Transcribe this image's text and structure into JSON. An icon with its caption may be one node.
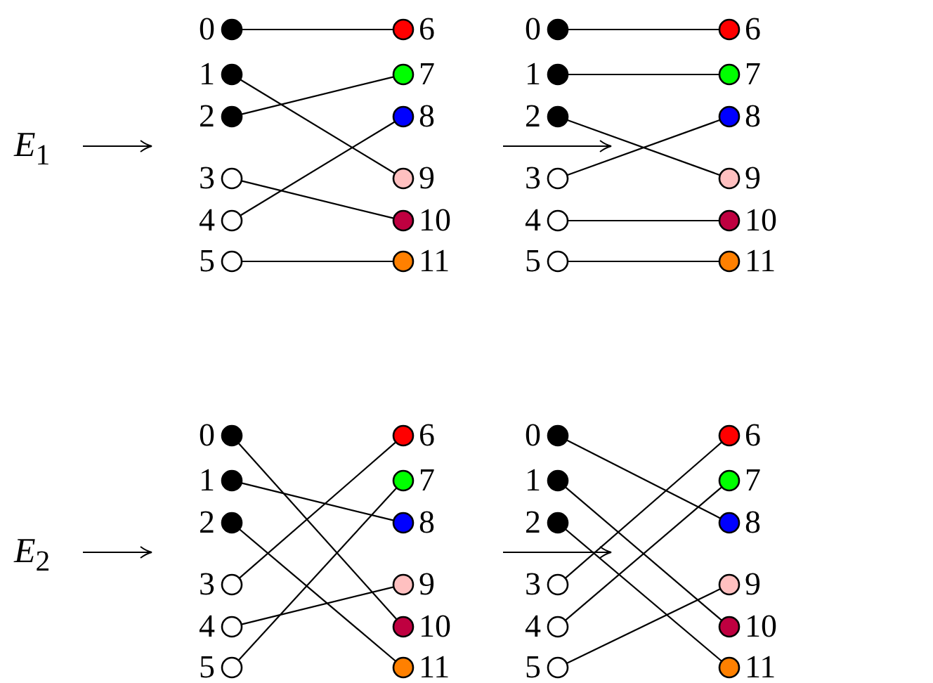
{
  "diagram": {
    "nodes": [
      {
        "text": [
          "*E*$_{1}$"
        ]
      },
      {
        "text": [
          "*E*$_{2}$"
        ]
      },
      {
        "text": [],
        "shape": "circle",
        "beside": [
          "0"
        ]
      },
      {
        "text": [],
        "shape": "circle",
        "beside": [
          "1"
        ]
      },
      {
        "text": [],
        "shape": "circle",
        "beside": [
          "2"
        ]
      },
      {
        "text": [],
        "shape": "circle",
        "beside": [
          "3"
        ]
      },
      {
        "text": [],
        "shape": "circle",
        "beside": [
          "4"
        ]
      },
      {
        "text": [],
        "shape": "circle",
        "beside": [
          "5"
        ]
      },
      {
        "text": [],
        "shape": "circle",
        "beside": [
          "6"
        ]
      },
      {
        "text": [],
        "shape": "circle",
        "beside": [
          "7"
        ]
      },
      {
        "text": [],
        "shape": "circle",
        "beside": [
          "8"
        ]
      },
      {
        "text": [],
        "shape": "circle",
        "beside": [
          "9"
        ]
      },
      {
        "text": [],
        "shape": "circle",
        "beside": [
          "10"
        ]
      },
      {
        "text": [],
        "shape": "circle",
        "beside": [
          "11"
        ]
      },
      {
        "text": [],
        "shape": "circle",
        "beside": [
          "0"
        ]
      },
      {
        "text": [],
        "shape": "circle",
        "beside": [
          "1"
        ]
      },
      {
        "text": [],
        "shape": "circle",
        "beside": [
          "2"
        ]
      },
      {
        "text": [],
        "shape": "circle",
        "beside": [
          "3"
        ]
      },
      {
        "text": [],
        "shape": "circle",
        "beside": [
          "4"
        ]
      },
      {
        "text": [],
        "shape": "circle",
        "beside": [
          "5"
        ]
      },
      {
        "text": [],
        "shape": "circle",
        "beside": [
          "6"
        ]
      },
      {
        "text": [],
        "shape": "circle",
        "beside": [
          "7"
        ]
      },
      {
        "text": [],
        "shape": "circle",
        "beside": [
          "8"
        ]
      },
      {
        "text": [],
        "shape": "circle",
        "beside": [
          "9"
        ]
      },
      {
        "text": [],
        "shape": "circle",
        "beside": [
          "10"
        ]
      },
      {
        "text": [],
        "shape": "circle",
        "beside": [
          "11"
        ]
      },
      {
        "text": [],
        "shape": "circle",
        "beside": [
          "0"
        ]
      },
      {
        "text": [],
        "shape": "circle",
        "beside": [
          "1"
        ]
      },
      {
        "text": [],
        "shape": "circle",
        "beside": [
          "2"
        ]
      },
      {
        "text": [],
        "shape": "circle",
        "beside": [
          "3"
        ]
      },
      {
        "text": [],
        "shape": "circle",
        "beside": [
          "4"
        ]
      },
      {
        "text": [],
        "shape": "circle",
        "beside": [
          "5"
        ]
      },
      {
        "text": [],
        "shape": "circle",
        "beside": [
          "6"
        ]
      },
      {
        "text": [],
        "shape": "circle",
        "beside": [
          "7"
        ]
      },
      {
        "text": [],
        "shape": "circle",
        "beside": [
          "8"
        ]
      },
      {
        "text": [],
        "shape": "circle",
        "beside": [
          "9"
        ]
      },
      {
        "text": [],
        "shape": "circle",
        "beside": [
          "10"
        ]
      },
      {
        "text": [],
        "shape": "circle",
        "beside": [
          "11"
        ]
      },
      {
        "text": [],
        "shape": "circle",
        "beside": [
          "0"
        ]
      },
      {
        "text": [],
        "shape": "circle",
        "beside": [
          "1"
        ]
      },
      {
        "text": [],
        "shape": "circle",
        "beside": [
          "2"
        ]
      },
      {
        "text": [],
        "shape": "circle",
        "beside": [
          "3"
        ]
      },
      {
        "text": [],
        "shape": "circle",
        "beside": [
          "4"
        ]
      },
      {
        "text": [],
        "shape": "circle",
        "beside": [
          "5"
        ]
      },
      {
        "text": [],
        "shape": "circle",
        "beside": [
          "6"
        ]
      },
      {
        "text": [],
        "shape": "circle",
        "beside": [
          "7"
        ]
      },
      {
        "text": [],
        "shape": "circle",
        "beside": [
          "8"
        ]
      },
      {
        "text": [],
        "shape": "circle",
        "beside": [
          "9"
        ]
      },
      {
        "text": [],
        "shape": "circle",
        "beside": [
          "10"
        ]
      },
      {
        "text": [],
        "shape": "circle",
        "beside": [
          "11"
        ]
      }
    ],
    "edges": [
      {
        "from": 0,
        "to": null,
        "arrow": "to"
      },
      {
        "from": 1,
        "to": null,
        "arrow": "to"
      },
      {
        "from": 2,
        "to": 8,
        "arrow": "none"
      },
      {
        "from": 3,
        "to": 11,
        "arrow": "none"
      },
      {
        "from": 4,
        "to": 9,
        "arrow": "none"
      },
      {
        "from": 5,
        "to": 12,
        "arrow": "none"
      },
      {
        "from": 6,
        "to": 10,
        "arrow": "none"
      },
      {
        "from": 7,
        "to": 13,
        "arrow": "none"
      },
      {
        "from": 14,
        "to": 20,
        "arrow": "none"
      },
      {
        "from": 15,
        "to": 21,
        "arrow": "none"
      },
      {
        "from": 16,
        "to": 23,
        "arrow": "none"
      },
      {
        "from": 17,
        "to": 22,
        "arrow": "none"
      },
      {
        "from": 18,
        "to": 24,
        "arrow": "none"
      },
      {
        "from": 19,
        "to": 25,
        "arrow": "none"
      },
      {
        "from": 26,
        "to": 36,
        "arrow": "none"
      },
      {
        "from": 27,
        "to": 34,
        "arrow": "none"
      },
      {
        "from": 28,
        "to": 37,
        "arrow": "none"
      },
      {
        "from": 29,
        "to": 32,
        "arrow": "none"
      },
      {
        "from": 30,
        "to": 35,
        "arrow": "none"
      },
      {
        "from": 31,
        "to": 33,
        "arrow": "none"
      },
      {
        "from": 38,
        "to": 46,
        "arrow": "none"
      },
      {
        "from": 39,
        "to": 48,
        "arrow": "none"
      },
      {
        "from": 40,
        "to": 49,
        "arrow": "none"
      },
      {
        "from": 41,
        "to": 44,
        "arrow": "none"
      },
      {
        "from": 42,
        "to": 45,
        "arrow": "none"
      },
      {
        "from": 43,
        "to": 47,
        "arrow": "none"
      }
    ]
  }
}
